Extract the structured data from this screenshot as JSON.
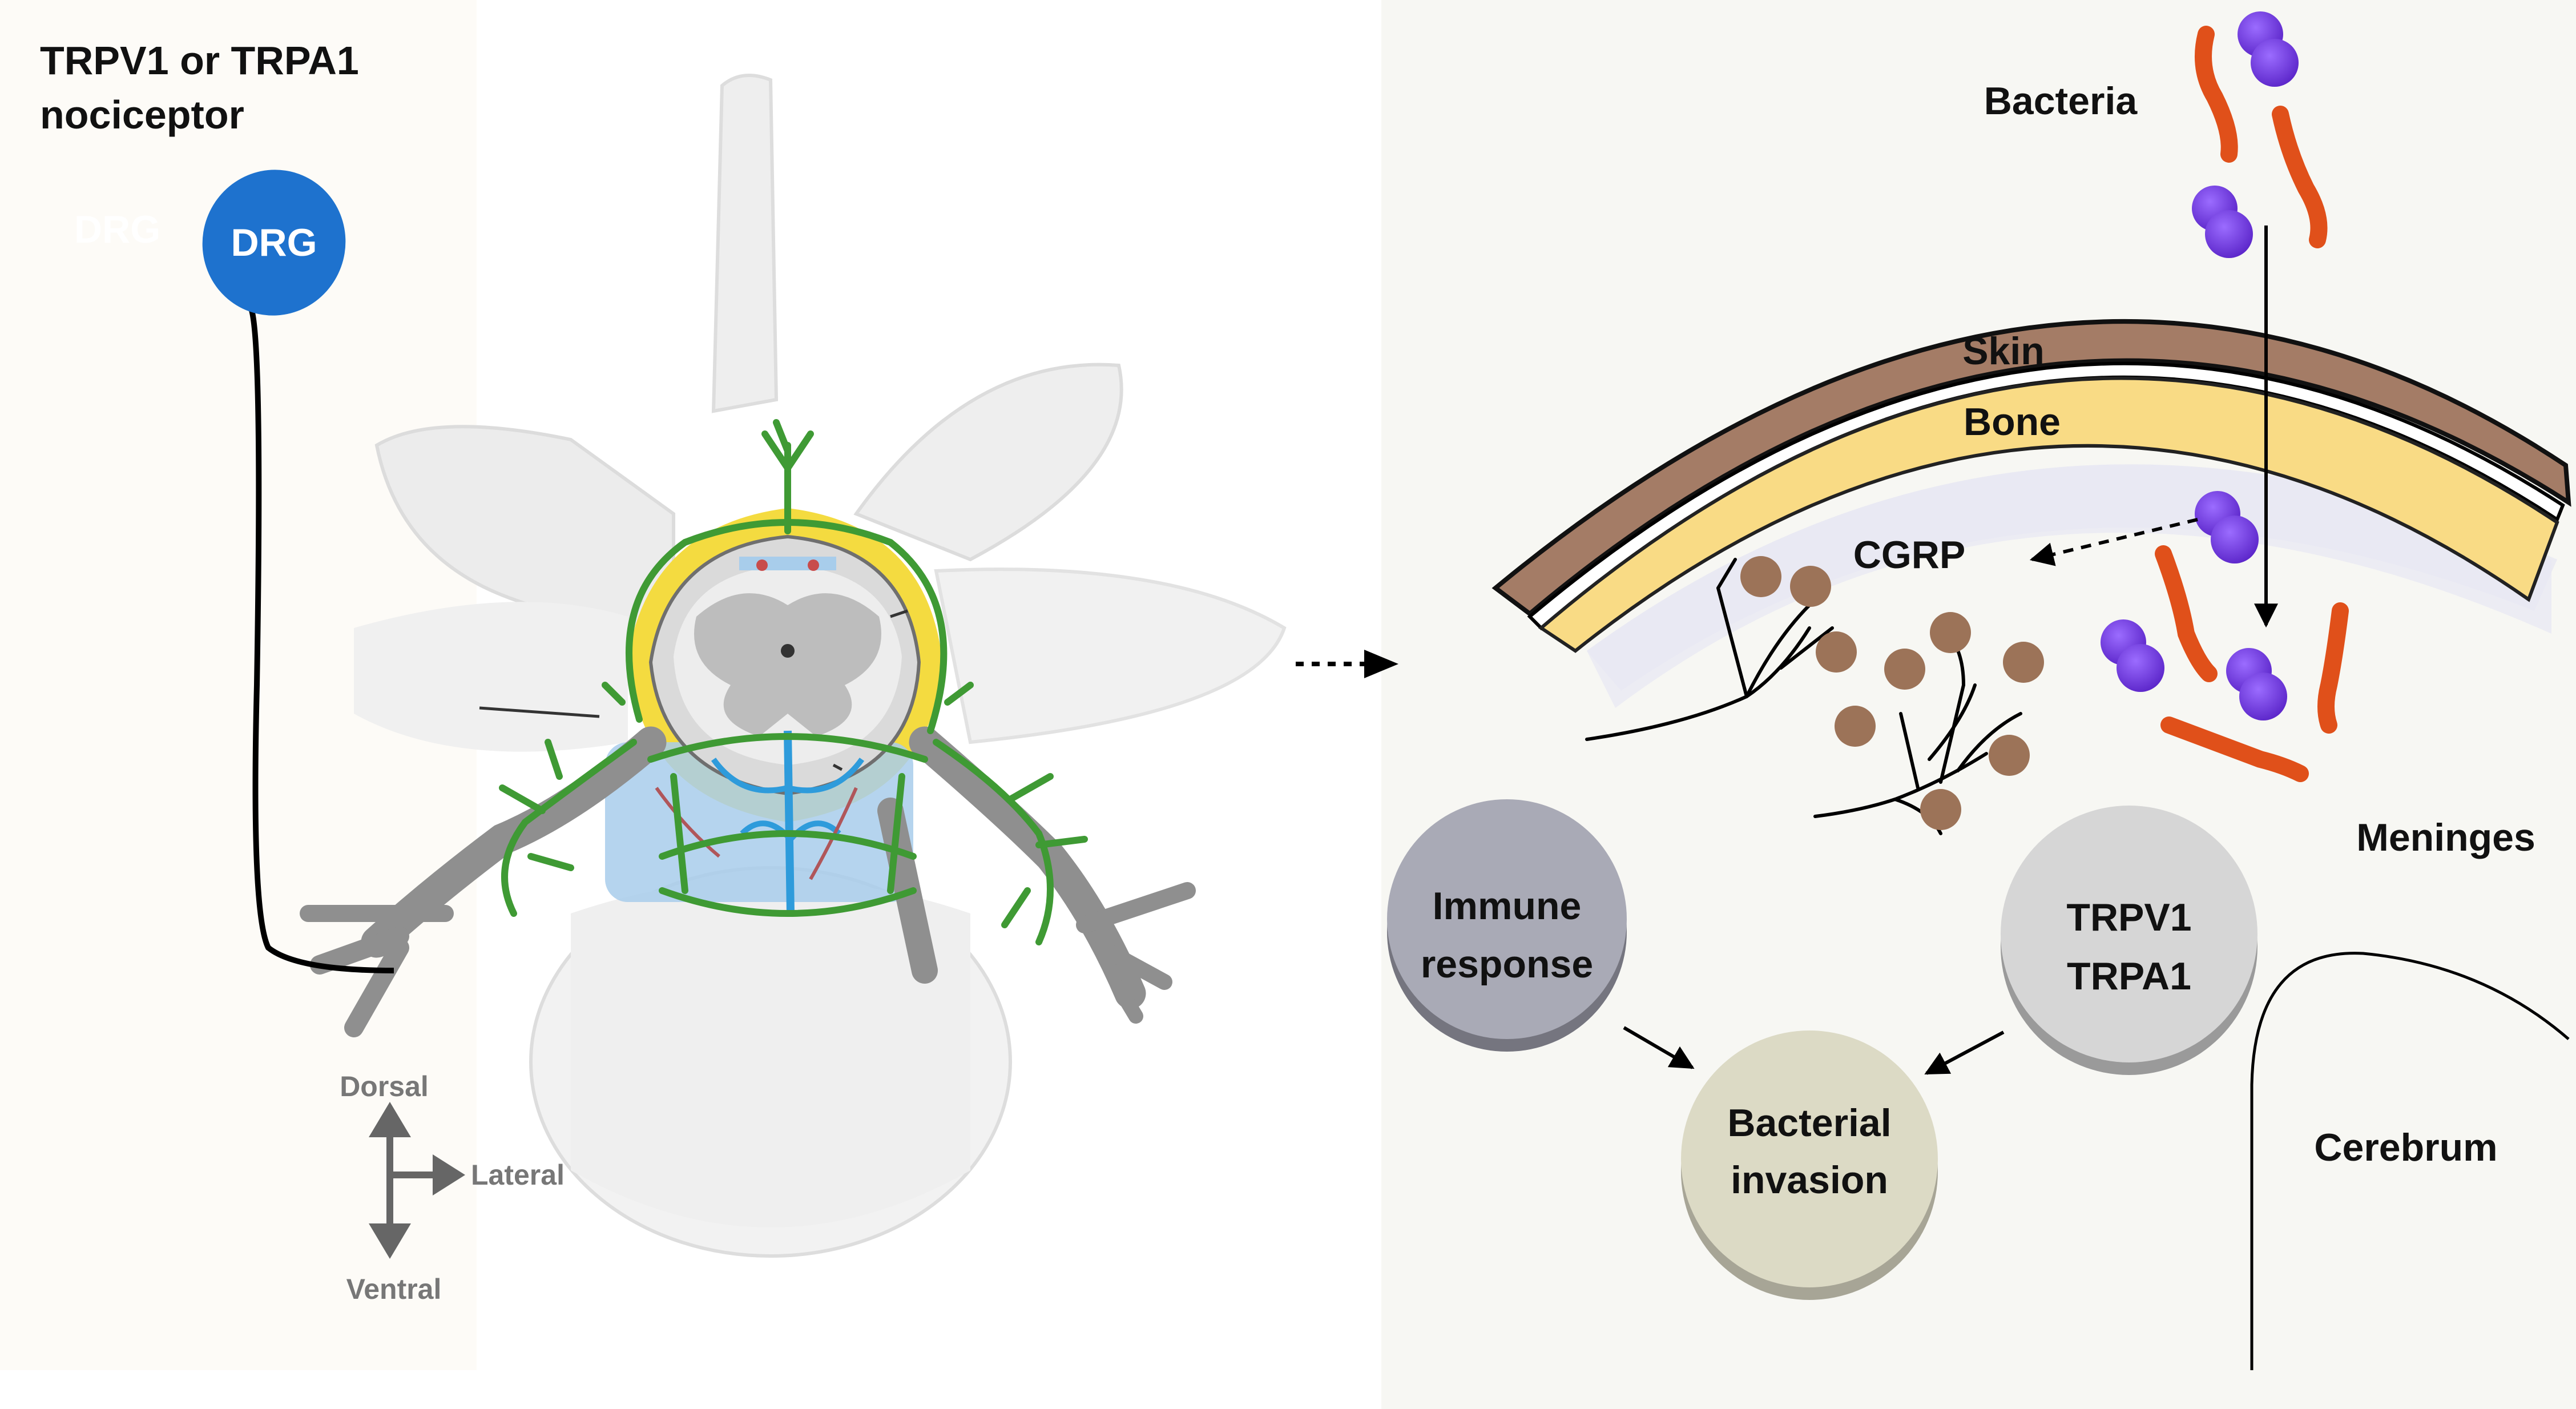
{
  "left_panel": {
    "title_line1": "TRPV1 or TRPA1",
    "title_line2": "nociceptor",
    "drg_ghost": "DRG",
    "drg": "DRG"
  },
  "compass": {
    "dorsal": "Dorsal",
    "lateral": "Lateral",
    "ventral": "Ventral"
  },
  "right_panel": {
    "bacteria": "Bacteria",
    "skin": "Skin",
    "bone": "Bone",
    "cgrp": "CGRP",
    "meninges": "Meninges",
    "cerebrum": "Cerebrum",
    "immune_line1": "Immune",
    "immune_line2": "response",
    "trp_line1": "TRPV1",
    "trp_line2": "TRPA1",
    "invasion_line1": "Bacterial",
    "invasion_line2": "invasion"
  },
  "colors": {
    "skin": "#A47C66",
    "bone": "#F9DB85",
    "drg": "#1E72CE",
    "nerve_green": "#3F9A34",
    "bacteria_rod": "#E0501A",
    "bacteria_coccus": "#7A3FE6",
    "cell_brown": "#9C7358",
    "immune_disc": "#A9AAB6",
    "trp_disc": "#D6D6D6",
    "invasion_disc": "#DCDAC5"
  }
}
